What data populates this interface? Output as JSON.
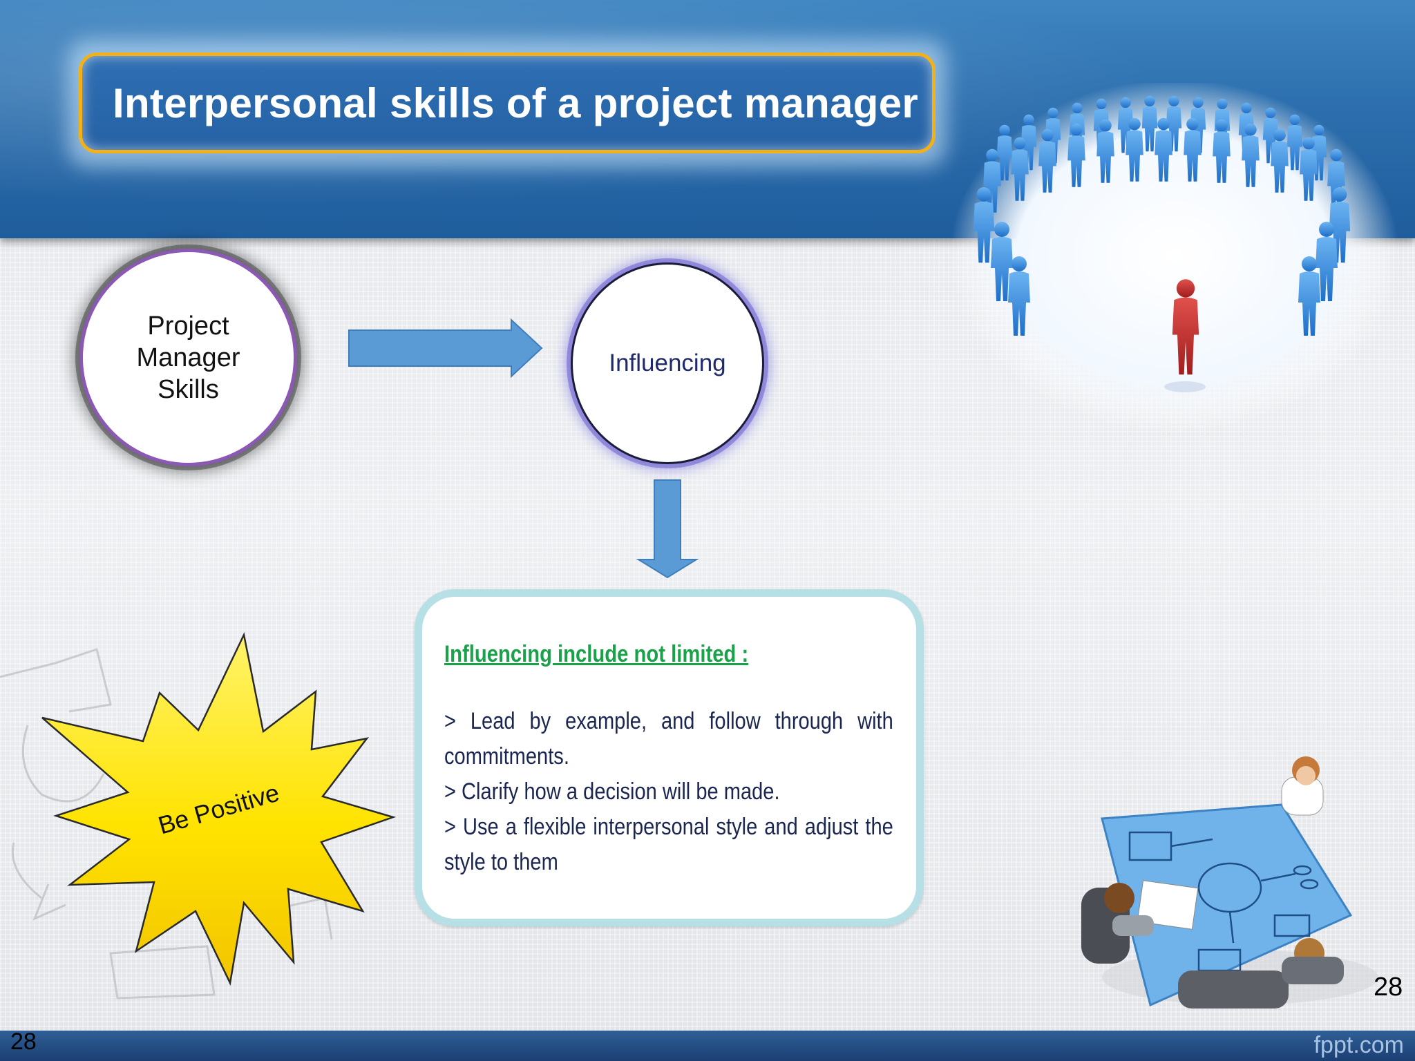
{
  "slide": {
    "title": "Interpersonal skills of a project manager",
    "node_project_manager": "Project Manager Skills",
    "node_influencing": "Influencing",
    "info_box": {
      "heading": "Influencing include not limited :",
      "items": [
        ">   Lead by example, and follow through with commitments.",
        ">  Clarify how a decision will be made.",
        ">  Use a flexible interpersonal style and adjust the style to them"
      ]
    },
    "burst_label": "Be Positive",
    "page_number": "28",
    "page_number_footer": "28",
    "footer_brand": "fppt.com"
  },
  "colors": {
    "header_blue": "#2d6fae",
    "title_border": "#f2b118",
    "heading_green": "#1aa14a",
    "body_text_navy": "#1a2650",
    "arrow_blue": "#5b9bd5",
    "burst_yellow": "#ffe600"
  }
}
